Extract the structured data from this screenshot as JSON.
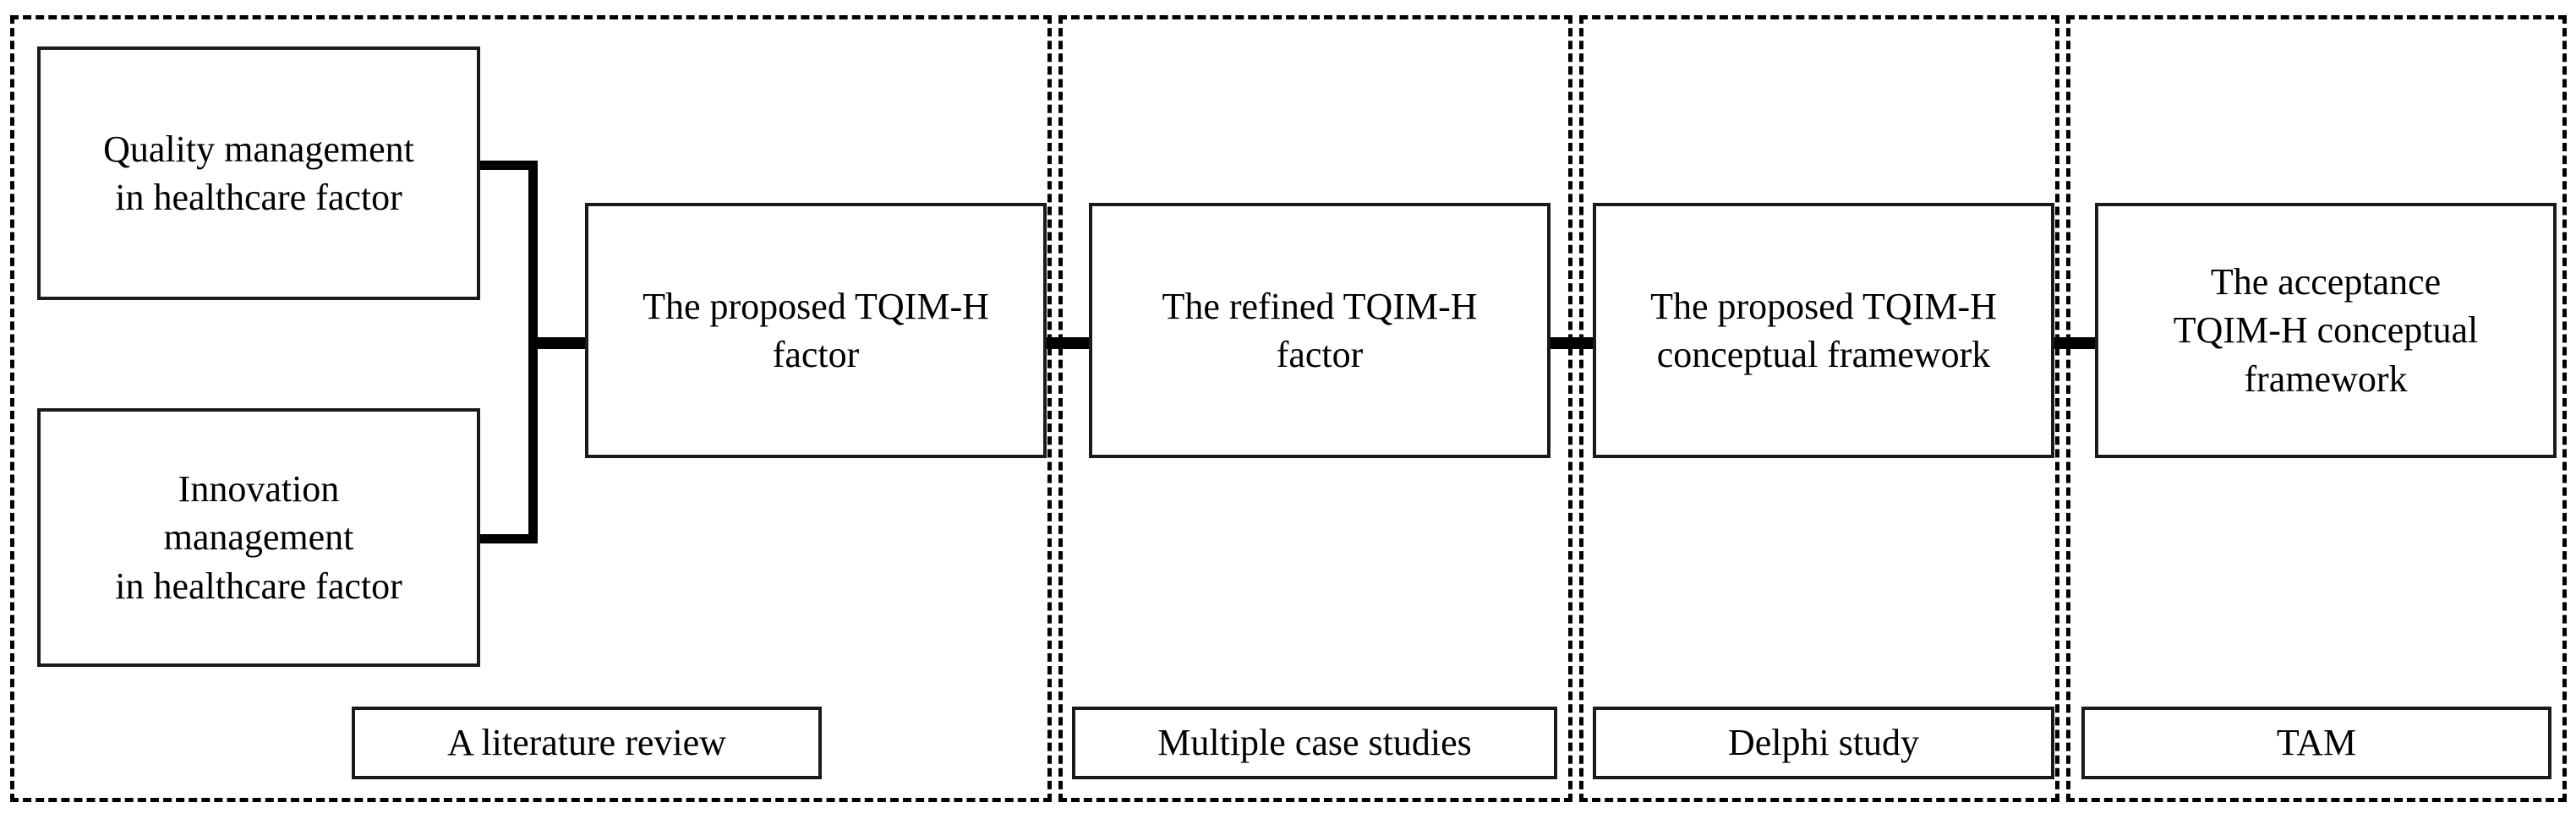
{
  "figure": {
    "type": "research-process-flow-diagram",
    "orientation": "left-to-right",
    "background_color": "#ffffff",
    "line_color": "#000000"
  },
  "phases": [
    {
      "id": "phase-1",
      "method_label": "A literature review",
      "boxes": [
        {
          "id": "quality-management-factor",
          "label": "Quality management\nin healthcare factor"
        },
        {
          "id": "innovation-management-factor",
          "label": "Innovation\nmanagement\nin healthcare factor"
        },
        {
          "id": "proposed-tqimh-factor",
          "label": "The proposed  TQIM-H\nfactor"
        }
      ]
    },
    {
      "id": "phase-2",
      "method_label": "Multiple case studies",
      "boxes": [
        {
          "id": "refined-tqimh-factor",
          "label": "The refined TQIM-H\nfactor"
        }
      ]
    },
    {
      "id": "phase-3",
      "method_label": "Delphi study",
      "boxes": [
        {
          "id": "proposed-tqimh-framework",
          "label": "The proposed  TQIM-H\nconceptual framework"
        }
      ]
    },
    {
      "id": "phase-4",
      "method_label": "TAM",
      "boxes": [
        {
          "id": "acceptance-tqimh-framework",
          "label": "The acceptance\nTQIM-H conceptual\nframework"
        }
      ]
    }
  ],
  "connectors": [
    {
      "id": "merge-bracket",
      "from": [
        "quality-management-factor",
        "innovation-management-factor"
      ],
      "to": "proposed-tqimh-factor",
      "style": "bracket-with-arrow"
    },
    {
      "id": "arrow-1",
      "from": "proposed-tqimh-factor",
      "to": "refined-tqimh-factor",
      "style": "arrow"
    },
    {
      "id": "arrow-2",
      "from": "refined-tqimh-factor",
      "to": "proposed-tqimh-framework",
      "style": "arrow"
    },
    {
      "id": "arrow-3",
      "from": "proposed-tqimh-framework",
      "to": "acceptance-tqimh-framework",
      "style": "arrow"
    }
  ]
}
